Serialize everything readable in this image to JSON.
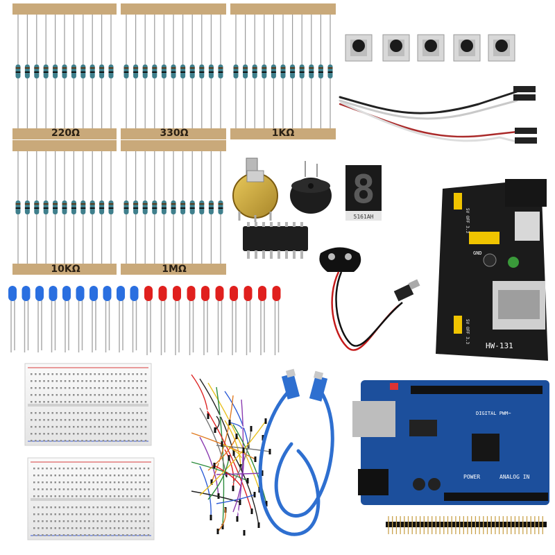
{
  "resistor_packs": [
    {
      "label": "220Ω"
    },
    {
      "label": "330Ω"
    },
    {
      "label": "1KΩ"
    },
    {
      "label": "10KΩ"
    },
    {
      "label": "1MΩ"
    }
  ],
  "seven_segment": {
    "digit": "8",
    "part_number": "5161AH"
  },
  "power_module": {
    "board_label": "HW-131",
    "jumper_top": "5V OFF 3.3",
    "jumper_bottom": "5V OFF 3.3",
    "gnd_label": "GND"
  },
  "uno_board": {
    "power_label": "POWER",
    "analog_label": "ANALOG IN",
    "digital_label": "DIGITAL PWM~"
  },
  "colors": {
    "tape": "#c9a97a",
    "pcb_black": "#1b1b1b",
    "pcb_blue": "#1c4f9c",
    "led_blue": "#2a6fe0",
    "led_red": "#e0201e",
    "usb_cable": "#2e6fd0"
  }
}
